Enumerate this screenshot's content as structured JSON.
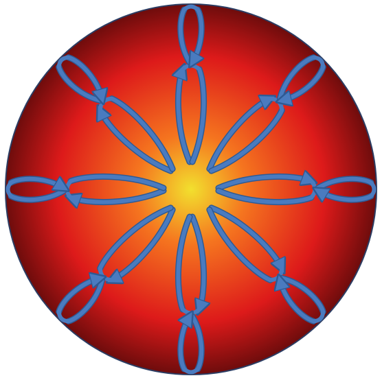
{
  "diagram": {
    "sphere": {
      "center_color": "#f2e02e",
      "mid_color": "#f5751f",
      "outer_color": "#dd1a1a",
      "edge_color": "#6e0c0c",
      "outline_color": "#2b3d63"
    },
    "arrows": {
      "color": "#4a7bbf",
      "stroke_color": "#2e5a94",
      "directions": [
        {
          "name": "north",
          "angle_deg": -90
        },
        {
          "name": "north-east",
          "angle_deg": -45
        },
        {
          "name": "east",
          "angle_deg": 0
        },
        {
          "name": "south-east",
          "angle_deg": 45
        },
        {
          "name": "south",
          "angle_deg": 90
        },
        {
          "name": "south-west",
          "angle_deg": 135
        },
        {
          "name": "west",
          "angle_deg": 180
        },
        {
          "name": "north-west",
          "angle_deg": 225
        }
      ]
    }
  }
}
